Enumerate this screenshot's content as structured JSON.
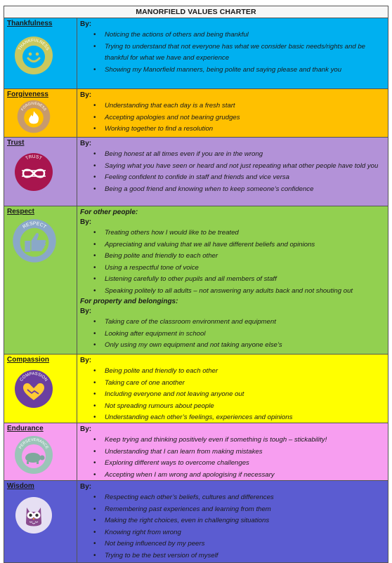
{
  "title": "MANORFIELD VALUES CHARTER",
  "rows": [
    {
      "name": "Thankfulness",
      "badge_text": "THANKFULNESS",
      "badge_icon": "smiley-face-icon",
      "color": "#00b0f0",
      "sections": [
        {
          "heading": "By:",
          "items": [
            "Noticing the actions of others and being thankful",
            "Trying to understand that not everyone has what we consider basic needs/rights and be thankful for what we have and experience",
            "Showing my Manorfield manners,  being polite and saying please and thank you"
          ]
        }
      ]
    },
    {
      "name": "Forgiveness",
      "badge_text": "FORGIVENESS",
      "badge_icon": "flame-icon",
      "color": "#ffc000",
      "sections": [
        {
          "heading": "By:",
          "items": [
            "Understanding that each day is a fresh start",
            "Accepting apologies and not bearing grudges",
            "Working together to find a resolution"
          ]
        }
      ]
    },
    {
      "name": "Trust",
      "badge_text": "TRUST",
      "badge_icon": "knot-icon",
      "color": "#b392d8",
      "sections": [
        {
          "heading": "By:",
          "items": [
            "Being honest at all times even  if you are in the wrong",
            "Saying what you have seen or heard and not just repeating what other people have told you",
            "Feeling confident to confide in staff and friends and vice versa",
            "Being a good friend and knowing when to keep  someone’s confidence"
          ]
        }
      ]
    },
    {
      "name": "Respect",
      "badge_text": "RESPECT",
      "badge_icon": "thumbs-up-icon",
      "color": "#92d050",
      "sections": [
        {
          "subheading": "For other people:",
          "heading": "By:",
          "items": [
            "Treating others how I would like to be treated",
            "Appreciating and valuing that we all have different beliefs and opinions",
            "Being polite and friendly to each other",
            "Using a respectful tone of voice",
            "Listening carefully to other pupils and all members of staff",
            "Speaking politely to all adults – not answering any adults back and not shouting out"
          ]
        },
        {
          "subheading": "For property and belongings:",
          "heading": "By:",
          "items": [
            "Taking care of the classroom environment and equipment",
            "Looking after equipment in school",
            "Only using my own equipment and not taking anyone else’s"
          ]
        }
      ]
    },
    {
      "name": "Compassion",
      "badge_text": "COMPASSION",
      "badge_icon": "heart-handshake-icon",
      "color": "#ffff00",
      "sections": [
        {
          "heading": "By:",
          "items": [
            "Being polite and friendly to each other",
            "Taking care of one another",
            "Including everyone and not leaving anyone out",
            "Not spreading rumours about people",
            "Understanding each other’s feelings, experiences and opinions"
          ]
        }
      ]
    },
    {
      "name": "Endurance",
      "badge_text": "PERSEVERANCE",
      "badge_icon": "tortoise-icon",
      "color": "#f79ef0",
      "sections": [
        {
          "heading": "By:",
          "items": [
            "Keep trying and thinking positively even if something is tough – stickability!",
            "Understanding that I can learn from making mistakes",
            "Exploring different ways to overcome challenges",
            "Accepting when I am wrong and apologising if necessary"
          ]
        }
      ]
    },
    {
      "name": "Wisdom",
      "badge_text": "",
      "badge_icon": "owl-icon",
      "color": "#5b5cd1",
      "sections": [
        {
          "heading": "By:",
          "items": [
            "Respecting each other’s beliefs, cultures and differences",
            "Remembering past experiences and learning from them",
            "Making the right choices, even in challenging situations",
            "Knowing right from wrong",
            "Not being influenced by my peers",
            "Trying to be the best version of myself"
          ]
        }
      ]
    }
  ]
}
